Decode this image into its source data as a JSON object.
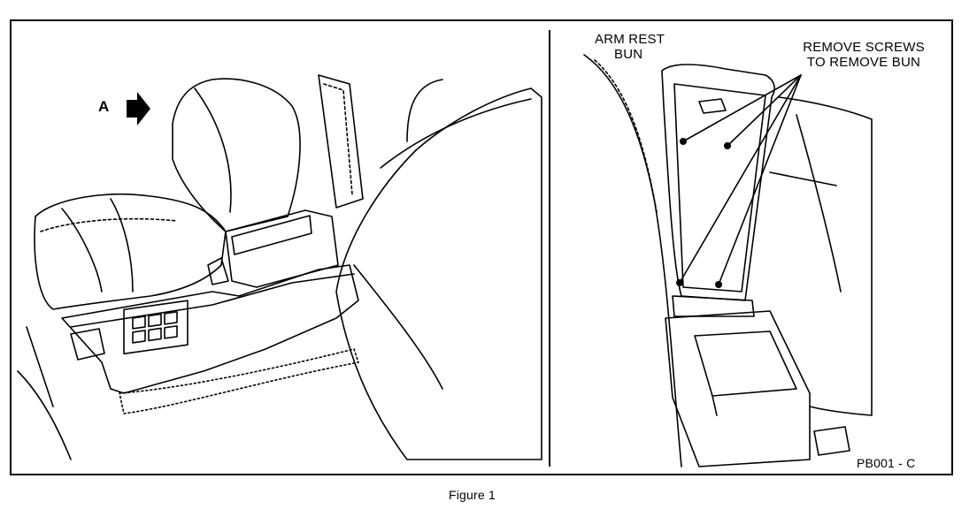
{
  "left_panel": {
    "view_label": "A"
  },
  "right_panel": {
    "arm_rest_label": [
      "ARM REST",
      "BUN"
    ],
    "screws_label": [
      "REMOVE SCREWS",
      "TO REMOVE BUN"
    ]
  },
  "figure_code": "PB001 - C",
  "caption": "Figure  1",
  "colors": {
    "line": "#000000",
    "background": "#ffffff"
  }
}
